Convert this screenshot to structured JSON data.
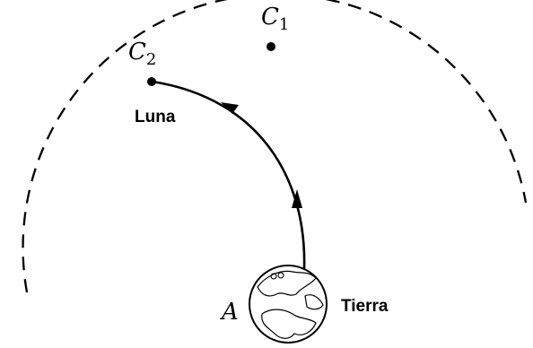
{
  "labels": {
    "c1": "C",
    "c1_sub": "1",
    "c2": "C",
    "c2_sub": "2",
    "moon": "Luna",
    "earth": "Tierra",
    "a": "A"
  },
  "colors": {
    "stroke": "#000000",
    "background": "#ffffff"
  }
}
